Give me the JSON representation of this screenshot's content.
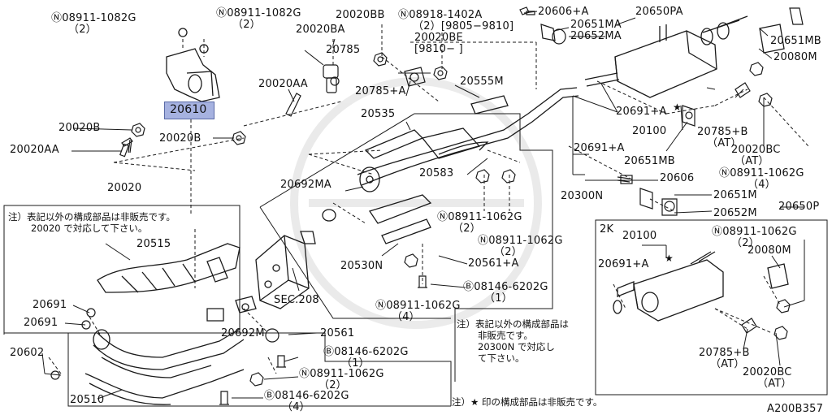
{
  "diagram": {
    "code": "A200B357",
    "highlight_part": "20610",
    "labels": {
      "l01": "Ⓝ08911-1082G",
      "l01b": "（2）",
      "l02": "Ⓝ08911-1082G",
      "l02b": "（2）",
      "l03": "20020BB",
      "l04": "Ⓝ08918-1402A",
      "l04b": "（2）[9805−9810]",
      "l05": "20606+A",
      "l06": "20650PA",
      "l07": "20651MA",
      "l08": "20652MA",
      "l09": "20651MB",
      "l10": "20080M",
      "l11": "20020BA",
      "l12": "20785",
      "l13": "20020BE",
      "l13b": "[9810−       ]",
      "l14": "20020AA",
      "l15": "20785+A",
      "l16": "20555M",
      "l17": "20610",
      "l18": "20535",
      "l19": "20691+A",
      "l20": "20020B",
      "l21": "20100",
      "l22": "20020AA",
      "l23": "20020B",
      "l24": "20785+B",
      "l24b": "（AT）",
      "l25": "20651MB",
      "l26": "20020BC",
      "l26b": "（AT）",
      "l27": "20691+A",
      "l28": "20583",
      "l29": "Ⓝ08911-1062G",
      "l29b": "（4）",
      "l30": "20606",
      "l31": "20692MA",
      "l32": "20300N",
      "l33": "20651M",
      "l34": "20650P",
      "l35": "20020",
      "l36": "20652M",
      "l37": "Ⓝ08911-1062G",
      "l37b": "（2）",
      "l38": "2K",
      "l39": "20100",
      "l40": "Ⓝ08911-1062G",
      "l40b": "（2）",
      "l41": "20515",
      "l42": "Ⓝ08911-1062G",
      "l42b": "（2）",
      "l43": "20080M",
      "l44": "20530N",
      "l45": "20561+A",
      "l46": "20691+A",
      "l47": "Ⓑ08146-6202G",
      "l47b": "（1）",
      "l48": "SEC.208",
      "l49": "20691",
      "l50": "Ⓝ08911-1062G",
      "l50b": "（4）",
      "l51": "20691",
      "l52": "20692M",
      "l53": "20561",
      "l54": "20785+B",
      "l54b": "（AT）",
      "l55": "20602",
      "l56": "Ⓑ08146-6202G",
      "l56b": "（1）",
      "l57": "Ⓝ08911-1062G",
      "l57b": "（2）",
      "l58": "20020BC",
      "l58b": "（AT）",
      "l59": "20510",
      "l60": "Ⓑ08146-6202G",
      "l60b": "（4）"
    },
    "notes": {
      "left_line1": "注）表記以外の構成部品は非販売です。",
      "left_line2": "20020 で対応して下さい。",
      "mid_line1": "注）表記以外の構成部品は",
      "mid_line2": "非販売です。",
      "mid_line3": "20300N で対応し",
      "mid_line4": "て下さい。",
      "bottom": "注）★ 印の構成部品は非販売です。"
    },
    "colors": {
      "line": "#1a1a1a",
      "highlight": "#a6b2e0",
      "watermark": "#e4e4e4"
    }
  }
}
